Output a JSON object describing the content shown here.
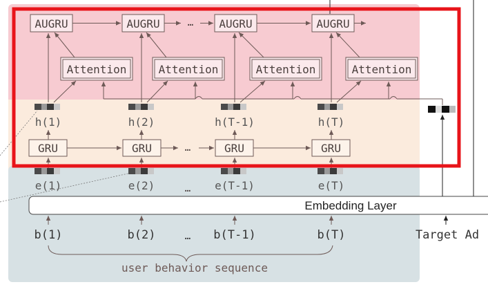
{
  "diagram": {
    "augru_units": [
      "AUGRU",
      "AUGRU",
      "AUGRU",
      "AUGRU"
    ],
    "attention_units": [
      "Attention",
      "Attention",
      "Attention",
      "Attention"
    ],
    "gru_units": [
      "GRU",
      "GRU",
      "GRU",
      "GRU"
    ],
    "hidden_states": [
      "h(1)",
      "h(2)",
      "h(T-1)",
      "h(T)"
    ],
    "embeddings": [
      "e(1)",
      "e(2)",
      "e(T-1)",
      "e(T)"
    ],
    "behaviors": [
      "b(1)",
      "b(2)",
      "b(T-1)",
      "b(T)"
    ],
    "ellipsis": "…",
    "embedding_layer_label": "Embedding Layer",
    "target_ad_label": "Target Ad",
    "sequence_label": "user behavior sequence"
  },
  "colors": {
    "pink_region": "#f7cbd1",
    "peach_region": "#fbebdd",
    "blue_region": "#d7e1e4",
    "highlight_border": "#e8141a",
    "box_stroke": "#6e5a57",
    "box_text": "#4a3f3d",
    "token_text": "#555555"
  }
}
